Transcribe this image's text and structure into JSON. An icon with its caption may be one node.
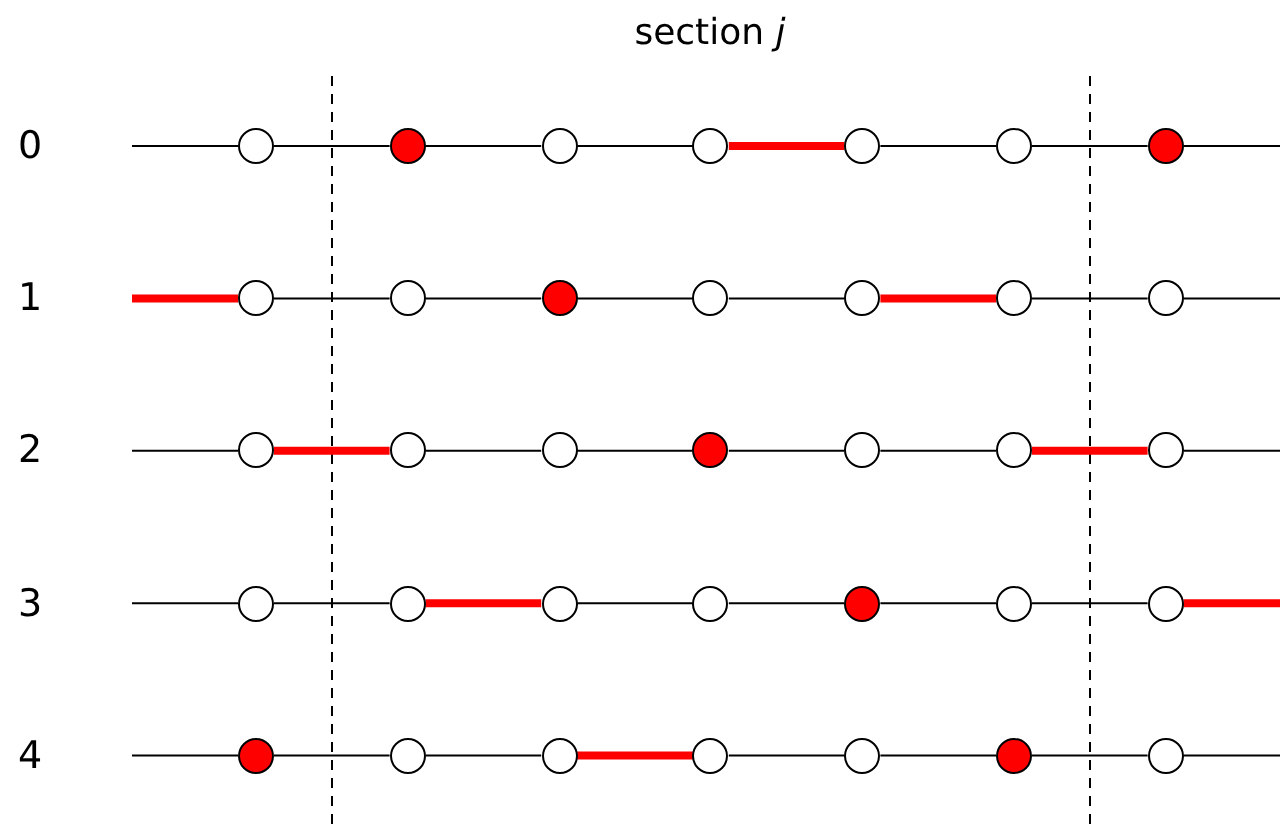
{
  "diagram": {
    "title": "section *j*",
    "nodes": [
      {
        "text": [],
        "shape": "circle"
      },
      {
        "text": [],
        "shape": "dot"
      },
      {
        "text": [],
        "shape": "circle"
      },
      {
        "text": [],
        "shape": "circle"
      },
      {
        "text": [],
        "shape": "circle"
      },
      {
        "text": [],
        "shape": "circle"
      },
      {
        "text": [],
        "shape": "dot"
      },
      {
        "text": [],
        "shape": "circle"
      },
      {
        "text": [],
        "shape": "circle"
      },
      {
        "text": [],
        "shape": "dot"
      },
      {
        "text": [],
        "shape": "circle"
      },
      {
        "text": [],
        "shape": "circle"
      },
      {
        "text": [],
        "shape": "circle"
      },
      {
        "text": [],
        "shape": "circle"
      },
      {
        "text": [],
        "shape": "circle"
      },
      {
        "text": [],
        "shape": "circle"
      },
      {
        "text": [],
        "shape": "circle"
      },
      {
        "text": [],
        "shape": "dot"
      },
      {
        "text": [],
        "shape": "circle"
      },
      {
        "text": [],
        "shape": "circle"
      },
      {
        "text": [],
        "shape": "circle"
      },
      {
        "text": [],
        "shape": "circle"
      },
      {
        "text": [],
        "shape": "circle"
      },
      {
        "text": [],
        "shape": "circle"
      },
      {
        "text": [],
        "shape": "circle"
      },
      {
        "text": [],
        "shape": "dot"
      },
      {
        "text": [],
        "shape": "circle"
      },
      {
        "text": [],
        "shape": "circle"
      },
      {
        "text": [],
        "shape": "dot"
      },
      {
        "text": [],
        "shape": "circle"
      },
      {
        "text": [],
        "shape": "circle"
      },
      {
        "text": [],
        "shape": "circle"
      },
      {
        "text": [],
        "shape": "circle"
      },
      {
        "text": [],
        "shape": "dot"
      },
      {
        "text": [],
        "shape": "circle"
      }
    ],
    "edges": [
      {
        "from": null,
        "to": 0,
        "arrow": "none"
      },
      {
        "from": 0,
        "to": 1,
        "arrow": "none"
      },
      {
        "from": 1,
        "to": 2,
        "arrow": "none"
      },
      {
        "from": 2,
        "to": 3,
        "arrow": "none"
      },
      {
        "from": 3,
        "to": 4,
        "arrow": "none",
        "style": "thick",
        "color": "#ff0000"
      },
      {
        "from": 4,
        "to": 5,
        "arrow": "none"
      },
      {
        "from": 5,
        "to": 6,
        "arrow": "none"
      },
      {
        "from": 6,
        "to": null,
        "arrow": "none"
      },
      {
        "from": null,
        "to": 7,
        "arrow": "none",
        "style": "thick",
        "color": "#ff0000"
      },
      {
        "from": 7,
        "to": 8,
        "arrow": "none"
      },
      {
        "from": 8,
        "to": 9,
        "arrow": "none"
      },
      {
        "from": 9,
        "to": 10,
        "arrow": "none"
      },
      {
        "from": 10,
        "to": 11,
        "arrow": "none"
      },
      {
        "from": 11,
        "to": 12,
        "arrow": "none",
        "style": "thick",
        "color": "#ff0000"
      },
      {
        "from": 12,
        "to": 13,
        "arrow": "none"
      },
      {
        "from": 13,
        "to": null,
        "arrow": "none"
      },
      {
        "from": null,
        "to": 14,
        "arrow": "none"
      },
      {
        "from": 14,
        "to": 15,
        "arrow": "none",
        "style": "thick",
        "color": "#ff0000"
      },
      {
        "from": 15,
        "to": 16,
        "arrow": "none"
      },
      {
        "from": 16,
        "to": 17,
        "arrow": "none"
      },
      {
        "from": 17,
        "to": 18,
        "arrow": "none"
      },
      {
        "from": 18,
        "to": 19,
        "arrow": "none"
      },
      {
        "from": 19,
        "to": 20,
        "arrow": "none",
        "style": "thick",
        "color": "#ff0000"
      },
      {
        "from": 20,
        "to": null,
        "arrow": "none"
      },
      {
        "from": null,
        "to": 21,
        "arrow": "none"
      },
      {
        "from": 21,
        "to": 22,
        "arrow": "none"
      },
      {
        "from": 22,
        "to": 23,
        "arrow": "none",
        "style": "thick",
        "color": "#ff0000"
      },
      {
        "from": 23,
        "to": 24,
        "arrow": "none"
      },
      {
        "from": 24,
        "to": 25,
        "arrow": "none"
      },
      {
        "from": 25,
        "to": 26,
        "arrow": "none"
      },
      {
        "from": 26,
        "to": 27,
        "arrow": "none"
      },
      {
        "from": 27,
        "to": null,
        "arrow": "none",
        "style": "thick",
        "color": "#ff0000"
      },
      {
        "from": null,
        "to": 28,
        "arrow": "none"
      },
      {
        "from": 28,
        "to": 29,
        "arrow": "none"
      },
      {
        "from": 29,
        "to": 30,
        "arrow": "none"
      },
      {
        "from": 30,
        "to": 31,
        "arrow": "none",
        "style": "thick",
        "color": "#ff0000"
      },
      {
        "from": 31,
        "to": 32,
        "arrow": "none"
      },
      {
        "from": 32,
        "to": 33,
        "arrow": "none"
      },
      {
        "from": 33,
        "to": 34,
        "arrow": "none"
      },
      {
        "from": 34,
        "to": null,
        "arrow": "none"
      }
    ],
    "labels": [
      "0",
      "1",
      "2",
      "3",
      "4"
    ]
  }
}
